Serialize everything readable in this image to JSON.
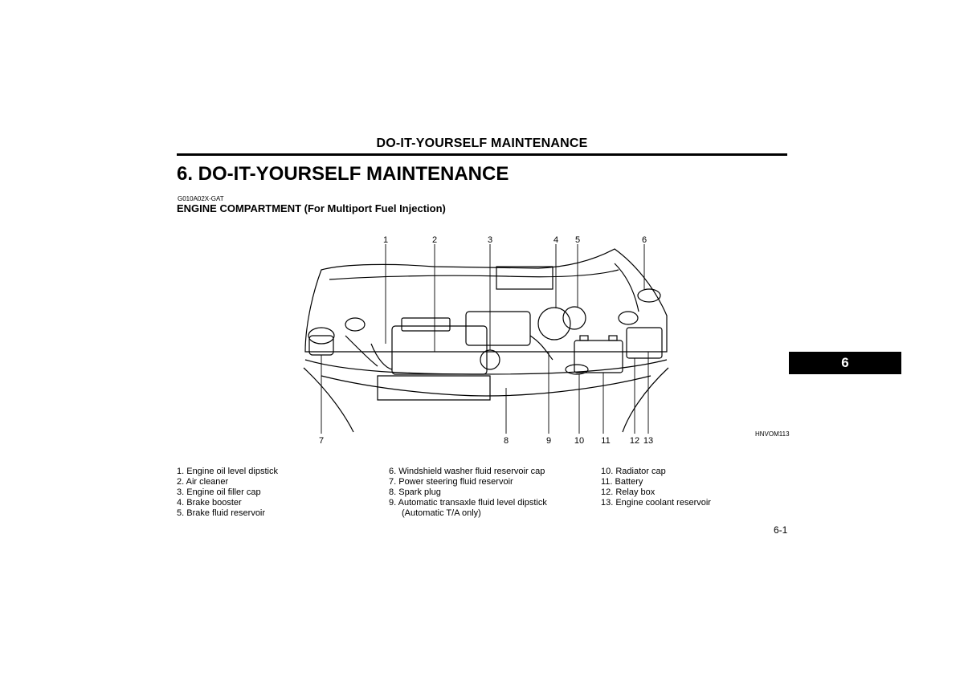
{
  "header": {
    "running_title": "DO-IT-YOURSELF MAINTENANCE"
  },
  "title": "6. DO-IT-YOURSELF MAINTENANCE",
  "ref_code": "G010A02X-GAT",
  "section_heading": "ENGINE COMPARTMENT (For Multiport Fuel Injection)",
  "figure": {
    "top_callouts": [
      "1",
      "2",
      "3",
      "4",
      "5",
      "6"
    ],
    "bottom_callouts": [
      "7",
      "8",
      "9",
      "10",
      "11",
      "12",
      "13"
    ],
    "code": "HNVOM113"
  },
  "legend": {
    "col1": [
      "1. Engine oil level dipstick",
      "2. Air cleaner",
      "3. Engine oil filler cap",
      "4. Brake booster",
      "5. Brake fluid reservoir"
    ],
    "col2": [
      "6. Windshield washer fluid reservoir cap",
      "7. Power steering fluid reservoir",
      "8. Spark plug",
      "9. Automatic transaxle fluid level dipstick",
      "(Automatic T/A only)"
    ],
    "col3": [
      "10. Radiator cap",
      "11. Battery",
      "12. Relay box",
      "13. Engine coolant reservoir"
    ]
  },
  "page_number": "6-1",
  "chapter_tab": "6"
}
